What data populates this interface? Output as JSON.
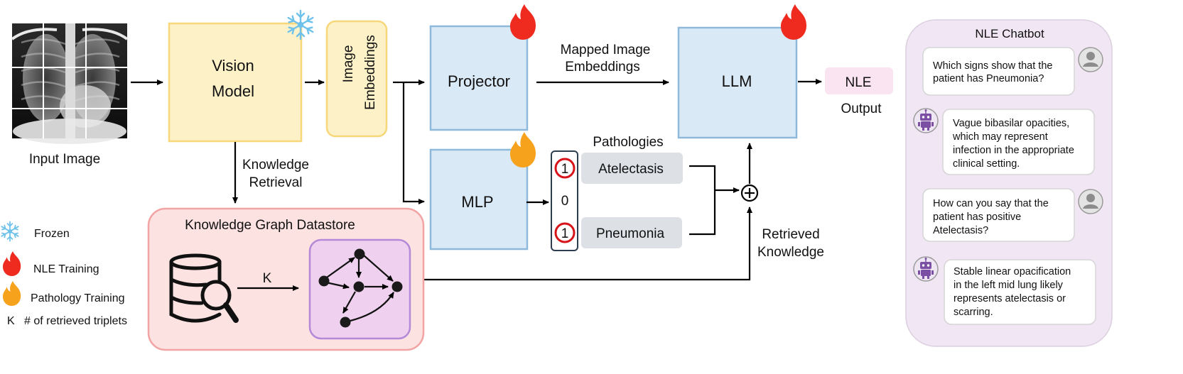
{
  "diagram": {
    "input_image_label": "Input Image",
    "vision_model": [
      "Vision",
      "Model"
    ],
    "image_embeddings": [
      "Image",
      "Embeddings"
    ],
    "projector": "Projector",
    "mapped_embeddings": [
      "Mapped Image",
      "Embeddings"
    ],
    "llm": "LLM",
    "nle_box": "NLE",
    "output_label": "Output",
    "mlp": "MLP",
    "pathologies_title": "Pathologies",
    "pathology_values": [
      "1",
      "0",
      "1"
    ],
    "pathology_names": [
      "Atelectasis",
      "Pneumonia"
    ],
    "knowledge_retrieval": [
      "Knowledge",
      "Retrieval"
    ],
    "retrieved_knowledge": [
      "Retrieved",
      "Knowledge"
    ],
    "kg_datastore_title": "Knowledge Graph Datastore",
    "k_label": "K"
  },
  "legend": {
    "frozen": "Frozen",
    "nle_training": "NLE Training",
    "pathology_training": "Pathology Training",
    "k_symbol": "K",
    "k_desc": "# of retrieved triplets"
  },
  "chatbot": {
    "title": "NLE Chatbot",
    "messages": [
      {
        "role": "user",
        "lines": [
          "Which signs show that the",
          "patient has Pneumonia?"
        ]
      },
      {
        "role": "bot",
        "lines": [
          "Vague bibasilar opacities,",
          "which may represent",
          "infection in the appropriate",
          "clinical setting."
        ]
      },
      {
        "role": "user",
        "lines": [
          "How can you say that the",
          "patient has positive",
          "Atelectasis?"
        ]
      },
      {
        "role": "bot",
        "lines": [
          "Stable linear opacification",
          "in the left mid lung likely",
          "represents atelectasis or",
          "scarring."
        ]
      }
    ]
  },
  "colors": {
    "vision_fill": "#fdf1c8",
    "vision_stroke": "#f6d77a",
    "blue_fill": "#dae9f6",
    "blue_stroke": "#8fb9db",
    "kg_fill": "#fde2e2",
    "kg_stroke": "#f2a3a3",
    "graph_fill": "#efd0ee",
    "graph_stroke": "#b489d8",
    "chat_fill": "#f1e6f3",
    "bubble_stroke": "#d5d5d5",
    "path_fill": "#dde1e6",
    "nle_fill": "#fbe4f1",
    "flame_red": "#ef2a1f",
    "flame_orange": "#f6a21c",
    "snow": "#6ec1ea",
    "bot_purple": "#7b4fa3"
  },
  "icons": [
    "snowflake-icon",
    "red-flame-icon",
    "orange-flame-icon",
    "database-search-icon",
    "knowledge-graph-icon",
    "user-avatar-icon",
    "robot-avatar-icon",
    "plus-circle-icon"
  ]
}
